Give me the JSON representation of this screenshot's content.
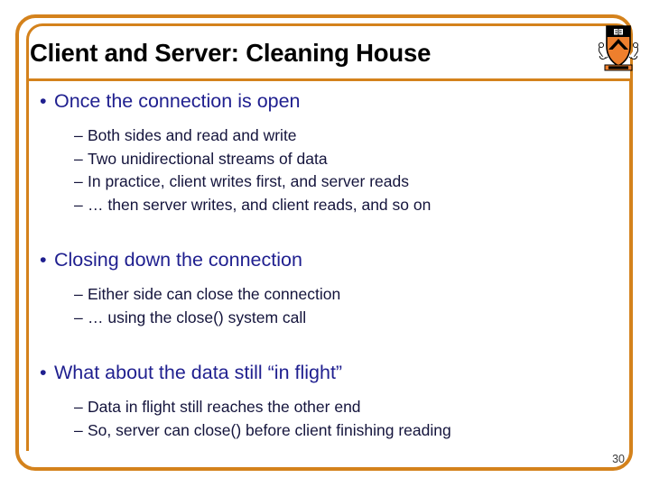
{
  "slide": {
    "title": "Client and Server: Cleaning House",
    "page_number": "30",
    "logo_name": "princeton-shield-logo",
    "colors": {
      "frame_orange": "#D4821C",
      "bullet_blue": "#1F1F8F",
      "subbullet_navy": "#14143C",
      "shield_orange": "#EE7F2D",
      "shield_black": "#000000",
      "title_black": "#000000"
    }
  },
  "content": {
    "sections": [
      {
        "bullet": "Once the connection is open",
        "marker": "•",
        "sub": [
          "Both sides and read and write",
          "Two unidirectional streams of data",
          "In practice, client writes first, and server reads",
          "… then server writes, and client reads, and so on"
        ]
      },
      {
        "bullet": "Closing down the connection",
        "marker": "•",
        "sub": [
          "Either side can close the connection",
          "… using the close() system call"
        ]
      },
      {
        "bullet": "What about the data still “in flight”",
        "marker": "•",
        "sub": [
          "Data in flight still reaches the other end",
          "So, server can close() before client finishing reading"
        ]
      }
    ],
    "sub_marker": "–"
  }
}
